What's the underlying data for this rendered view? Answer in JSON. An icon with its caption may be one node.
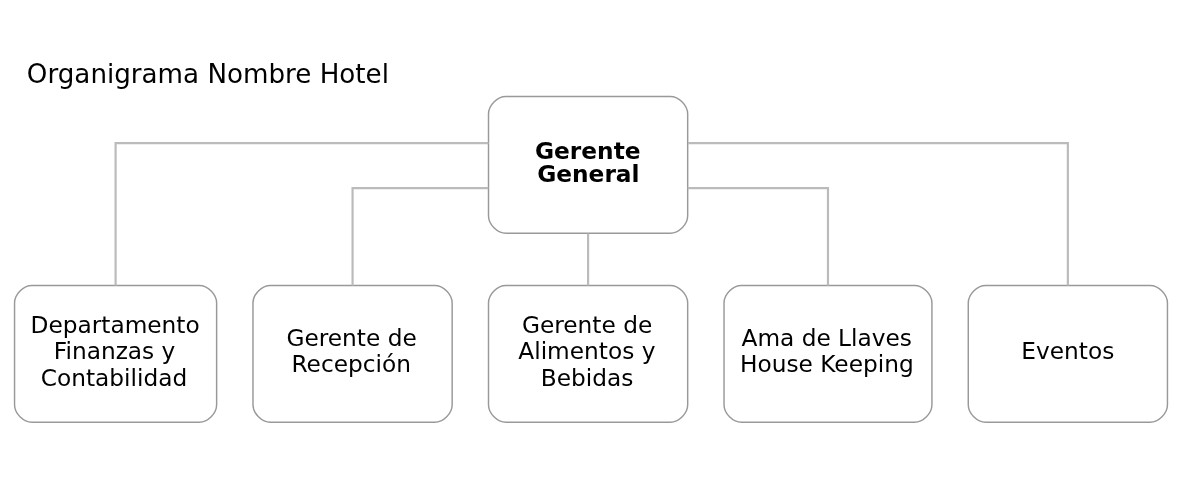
{
  "diagram": {
    "title": "Organigrama Nombre Hotel",
    "nodes": [
      {
        "text": [
          "Gerente General"
        ]
      },
      {
        "text": [
          "Departamento Finanzas y Contabilidad"
        ]
      },
      {
        "text": [
          "Gerente de Recepción"
        ]
      },
      {
        "text": [
          "Gerente de Alimentos y Bebidas"
        ]
      },
      {
        "text": [
          "Ama de Llaves House Keeping"
        ]
      },
      {
        "text": [
          "Eventos"
        ]
      }
    ],
    "edges": [
      {
        "from": 0,
        "to": 1,
        "arrow": "none"
      },
      {
        "from": 0,
        "to": 2,
        "arrow": "none"
      },
      {
        "from": 0,
        "to": 3,
        "arrow": "none"
      },
      {
        "from": 0,
        "to": 4,
        "arrow": "none"
      },
      {
        "from": 0,
        "to": 5,
        "arrow": "none"
      }
    ]
  }
}
